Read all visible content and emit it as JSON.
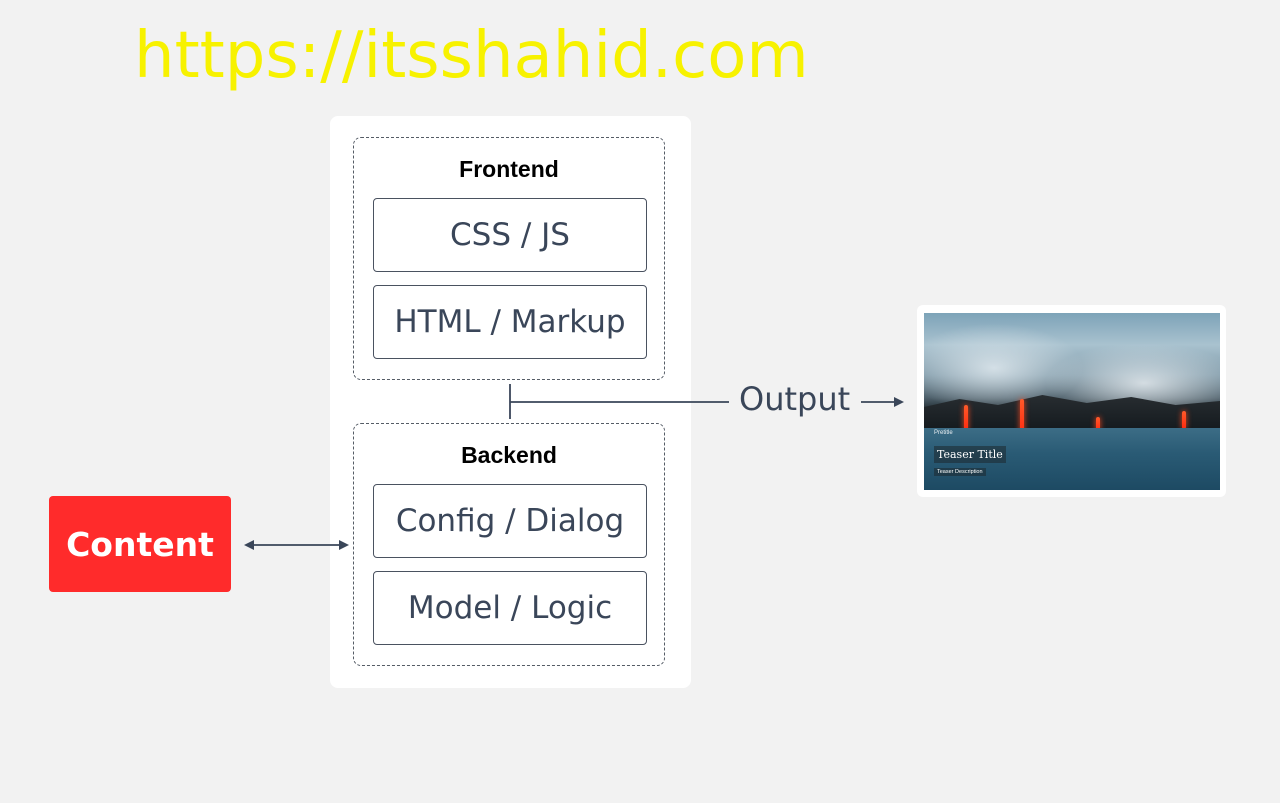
{
  "watermark": "https://itsshahid.com",
  "frontend": {
    "title": "Frontend",
    "items": [
      "CSS / JS",
      "HTML / Markup"
    ]
  },
  "backend": {
    "title": "Backend",
    "items": [
      "Config / Dialog",
      "Model / Logic"
    ]
  },
  "content_label": "Content",
  "output_label": "Output",
  "teaser": {
    "pretitle": "Pretitle",
    "title": "Teaser Title",
    "description": "Teaser Description"
  },
  "colors": {
    "background": "#f2f2f2",
    "panel": "#ffffff",
    "content_red": "#ff2b2b",
    "watermark_yellow": "#f7f200",
    "text_slate": "#3a4659",
    "connector": "#3a4659"
  }
}
